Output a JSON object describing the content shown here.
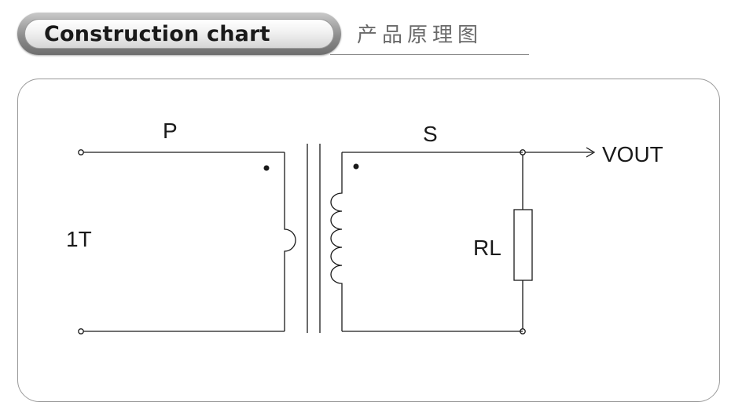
{
  "header": {
    "title": "Construction chart",
    "subtitle": "产品原理图"
  },
  "diagram": {
    "labels": {
      "primary": "P",
      "secondary": "S",
      "turns": "1T",
      "load": "RL",
      "output": "VOUT"
    },
    "colors": {
      "line": "#1a1a1a",
      "panel_border": "#9a9a9a",
      "header_gray": "#8d8d8d"
    }
  }
}
